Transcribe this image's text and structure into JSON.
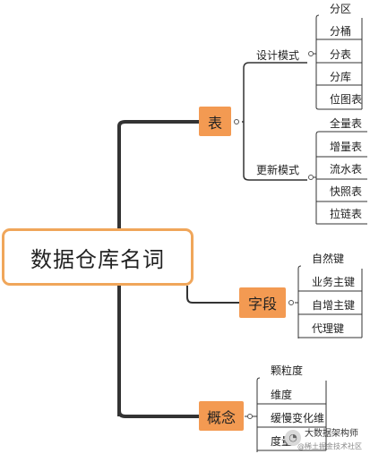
{
  "mindmap": {
    "root": "数据仓库名词",
    "branches": [
      {
        "label": "表",
        "groups": [
          {
            "label": "设计模式",
            "items": [
              "分区",
              "分桶",
              "分表",
              "分库",
              "位图表"
            ]
          },
          {
            "label": "更新模式",
            "items": [
              "全量表",
              "增量表",
              "流水表",
              "快照表",
              "拉链表"
            ]
          }
        ]
      },
      {
        "label": "字段",
        "items": [
          "自然键",
          "业务主键",
          "自增主键",
          "代理键"
        ]
      },
      {
        "label": "概念",
        "items": [
          "颗粒度",
          "维度",
          "缓慢变化维",
          "度量"
        ]
      }
    ],
    "colors": {
      "branch_fill": "#f39a52",
      "root_border": "#f0a65a",
      "connector": "#333333"
    }
  },
  "watermark": {
    "line1": "大数据架构师",
    "line2": "@稀土掘金技术社区"
  }
}
